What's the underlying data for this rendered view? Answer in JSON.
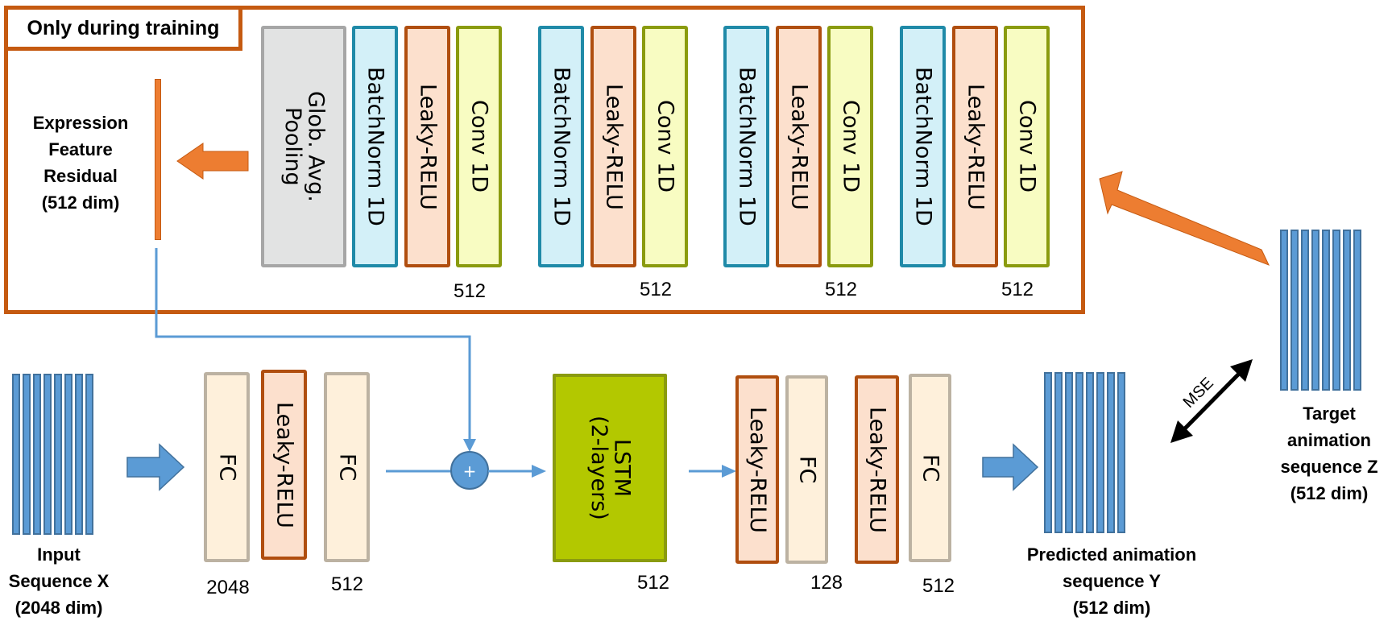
{
  "training_box": {
    "title": "Only during training",
    "residual_label": "Expression\nFeature\nResidual\n(512 dim)",
    "pooling_label": "Glob. Avg.\nPooling",
    "conv_groups": [
      {
        "batchnorm": "BatchNorm 1D",
        "leaky": "Leaky-RELU",
        "conv": "Conv 1D",
        "dim": "512"
      },
      {
        "batchnorm": "BatchNorm 1D",
        "leaky": "Leaky-RELU",
        "conv": "Conv 1D",
        "dim": "512"
      },
      {
        "batchnorm": "BatchNorm 1D",
        "leaky": "Leaky-RELU",
        "conv": "Conv 1D",
        "dim": "512"
      },
      {
        "batchnorm": "BatchNorm 1D",
        "leaky": "Leaky-RELU",
        "conv": "Conv 1D",
        "dim": "512"
      }
    ]
  },
  "main_path": {
    "input_label": "Input\nSequence X\n(2048 dim)",
    "encoder": {
      "fc1": "FC",
      "leaky": "Leaky-RELU",
      "fc2": "FC",
      "dim1": "2048",
      "dim2": "512"
    },
    "add_symbol": "+",
    "lstm": {
      "label": "LSTM\n(2-layers)",
      "dim": "512"
    },
    "decoder": {
      "leaky1": "Leaky-RELU",
      "fc1": "FC",
      "leaky2": "Leaky-RELU",
      "fc2": "FC",
      "dim1": "128",
      "dim2": "512"
    },
    "output_label": "Predicted animation\nsequence Y\n(512 dim)",
    "target_label": "Target\nanimation\nsequence Z\n(512 dim)",
    "loss_label": "MSE"
  },
  "colors": {
    "frame": "#c55a11",
    "flow_blue": "#5b9bd5",
    "feedback_orange": "#ed7d31",
    "lstm_green": "#b3c800"
  }
}
